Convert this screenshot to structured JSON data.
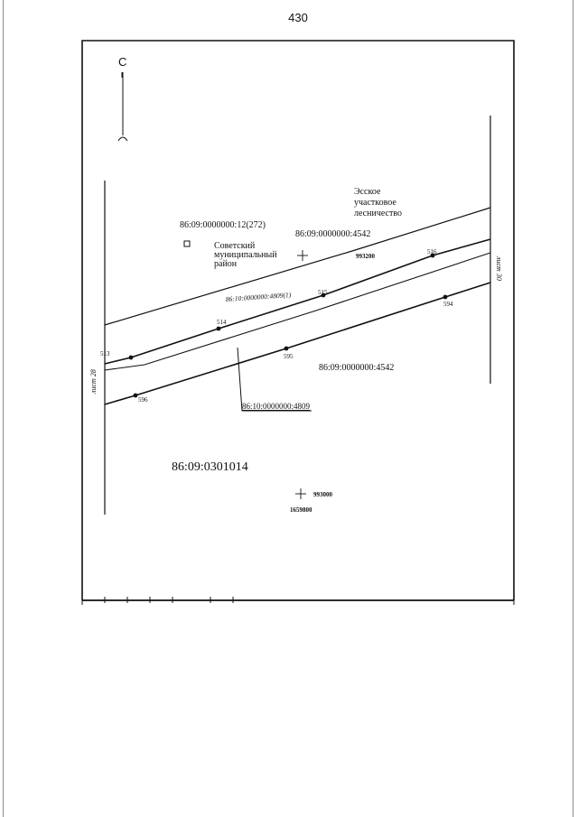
{
  "page_number": "430",
  "north_label": "С",
  "labels": {
    "forestry": [
      "Эсское",
      "участковое",
      "лесничество"
    ],
    "district": [
      "Советский",
      "муниципальный",
      "район"
    ],
    "parcel_272": "86:09:0000000:12(272)",
    "parcel_4542_top": "86:09:0000000:4542",
    "parcel_4542_bottom": "86:09:0000000:4542",
    "parcel_4809_1": "86:10:0000000:4809(1)",
    "parcel_4809": "86:10:0000000:4809",
    "quarter": "86:09:0301014",
    "grid_993200": "993200",
    "grid_993000": "993000",
    "grid_1659800": "1659800",
    "sheet_left": "лист 28",
    "sheet_right": "лист 30"
  },
  "points": [
    "513",
    "514",
    "515",
    "516",
    "594",
    "595",
    "596"
  ]
}
